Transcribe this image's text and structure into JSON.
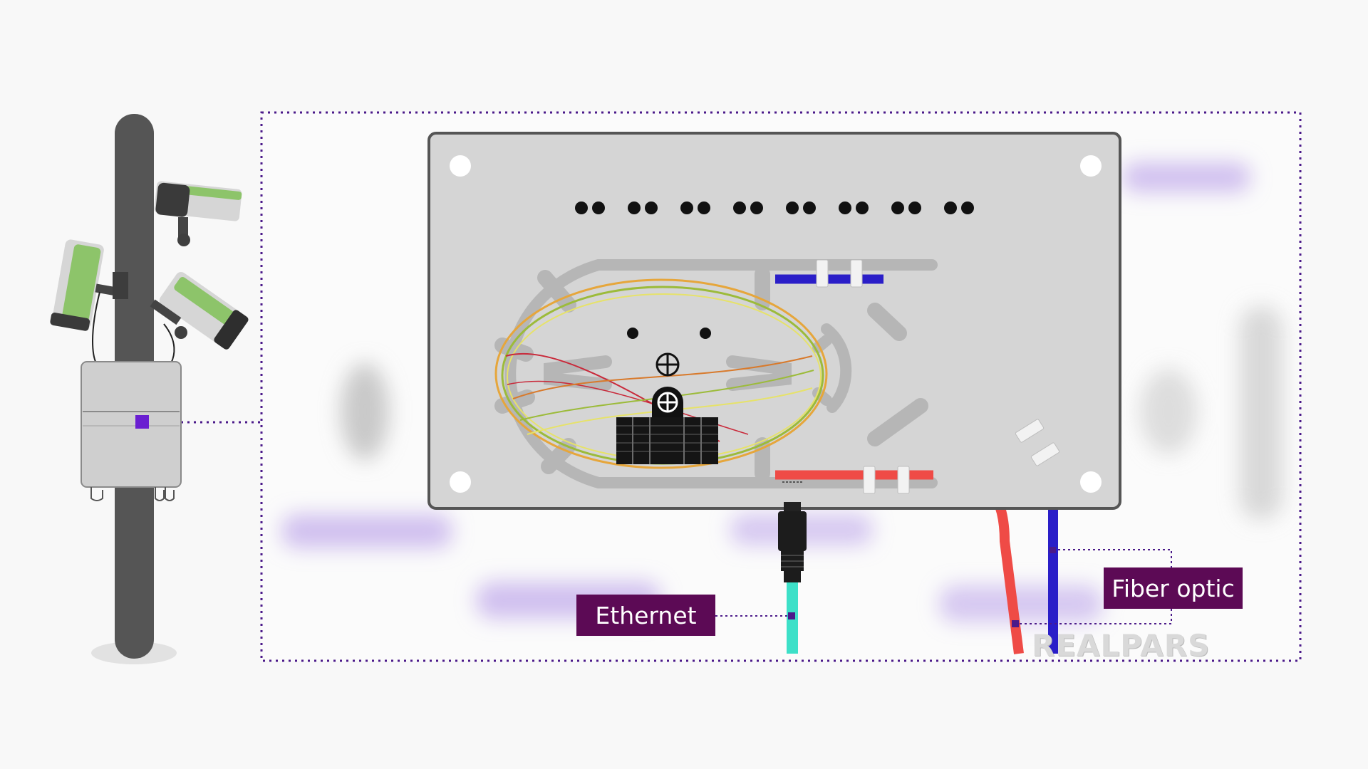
{
  "labels": {
    "ethernet": "Ethernet",
    "fiber_optic": "Fiber optic"
  },
  "brand": "REALPARS",
  "icons": [
    "camera-icon",
    "junction-box-icon",
    "screw-icon",
    "rj45-connector-icon"
  ],
  "colors": {
    "label_bg": "#5c0a55",
    "callout_line": "#4b1a8a",
    "fiber_cable": "#2a1ec8",
    "copper_cable": "#ef4b46",
    "ethernet_cable": "#3de0c8",
    "camera_accent": "#8dc46a",
    "tray": "#d5d5d5"
  }
}
